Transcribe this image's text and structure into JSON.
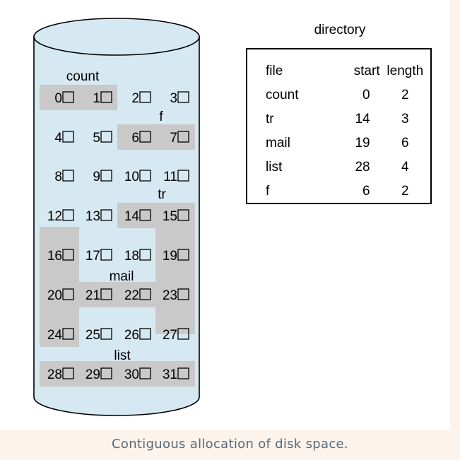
{
  "disk": {
    "blocks": [
      "0",
      "1",
      "2",
      "3",
      "4",
      "5",
      "6",
      "7",
      "8",
      "9",
      "10",
      "11",
      "12",
      "13",
      "14",
      "15",
      "16",
      "17",
      "18",
      "19",
      "20",
      "21",
      "22",
      "23",
      "24",
      "25",
      "26",
      "27",
      "28",
      "29",
      "30",
      "31"
    ],
    "files": [
      {
        "name": "count",
        "start": 0,
        "length": 2
      },
      {
        "name": "f",
        "start": 6,
        "length": 2
      },
      {
        "name": "tr",
        "start": 14,
        "length": 3
      },
      {
        "name": "mail",
        "start": 19,
        "length": 6
      },
      {
        "name": "list",
        "start": 28,
        "length": 4
      }
    ],
    "colors": {
      "cylinder_fill": "#d6e8f2",
      "highlight": "#c9c9c9",
      "outline": "#000000"
    }
  },
  "directory": {
    "title": "directory",
    "headers": {
      "file": "file",
      "start": "start",
      "length": "length"
    },
    "rows": [
      {
        "file": "count",
        "start": "0",
        "length": "2"
      },
      {
        "file": "tr",
        "start": "14",
        "length": "3"
      },
      {
        "file": "mail",
        "start": "19",
        "length": "6"
      },
      {
        "file": "list",
        "start": "28",
        "length": "4"
      },
      {
        "file": "f",
        "start": "6",
        "length": "2"
      }
    ]
  },
  "caption": "Contiguous allocation of disk space."
}
